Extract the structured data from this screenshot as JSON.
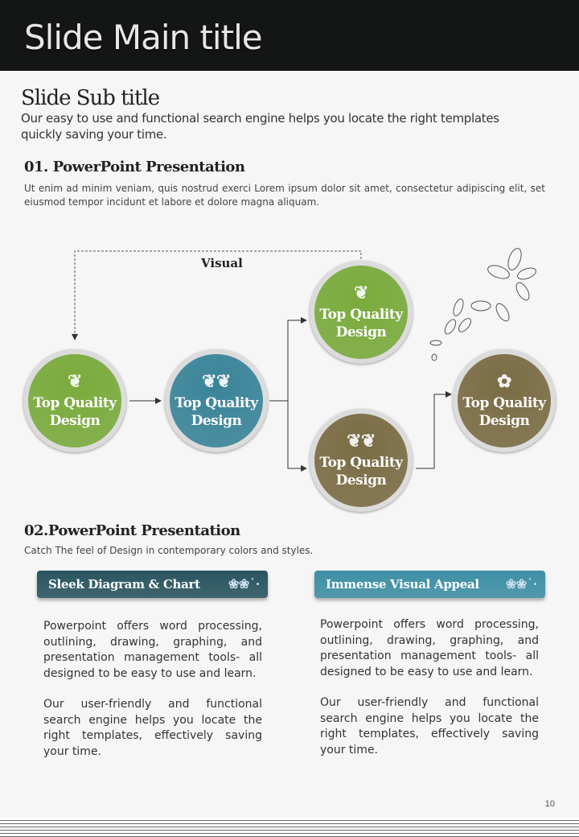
{
  "header": {
    "title": "Slide Main title"
  },
  "subtitle": "Slide Sub title",
  "subtitle_desc": "Our easy to use and functional search engine helps you locate the right templates quickly saving your time.",
  "section1": {
    "title": "01. PowerPoint Presentation",
    "text": "Ut enim ad minim veniam, quis nostrud exerci  Lorem ipsum dolor sit amet, consectetur adipiscing elit, set eiusmod tempor incidunt et labore et dolore magna aliquam."
  },
  "diagram": {
    "loop_label": "Visual",
    "nodes": [
      {
        "line1": "Top Quality",
        "line2": "Design",
        "color": "#7aab3c"
      },
      {
        "line1": "Top Quality",
        "line2": "Design",
        "color": "#3a8499"
      },
      {
        "line1": "Top Quality",
        "line2": "Design",
        "color": "#7aab3c"
      },
      {
        "line1": "Top Quality",
        "line2": "Design",
        "color": "#7a6c44"
      },
      {
        "line1": "Top Quality",
        "line2": "Design",
        "color": "#7a6c44"
      }
    ]
  },
  "section2": {
    "title": "02.PowerPoint Presentation",
    "text": "Catch The feel of Design in contemporary  colors and styles."
  },
  "columns": [
    {
      "button": "Sleek Diagram & Chart",
      "color": "#2a5560",
      "p1": "Powerpoint offers word processing, outlining, drawing, graphing, and presentation management tools- all designed to be easy to use and learn.",
      "p2": "Our user-friendly and functional search engine helps you locate the right templates, effectively saving your time."
    },
    {
      "button": "Immense Visual Appeal",
      "color": "#3f8fa4",
      "p1": "Powerpoint offers word processing, outlining, drawing, graphing, and presentation management tools- all designed to be easy to use and learn.",
      "p2": "Our user-friendly and functional search engine helps you locate the right templates, effectively saving your time."
    }
  ],
  "page_number": "10"
}
